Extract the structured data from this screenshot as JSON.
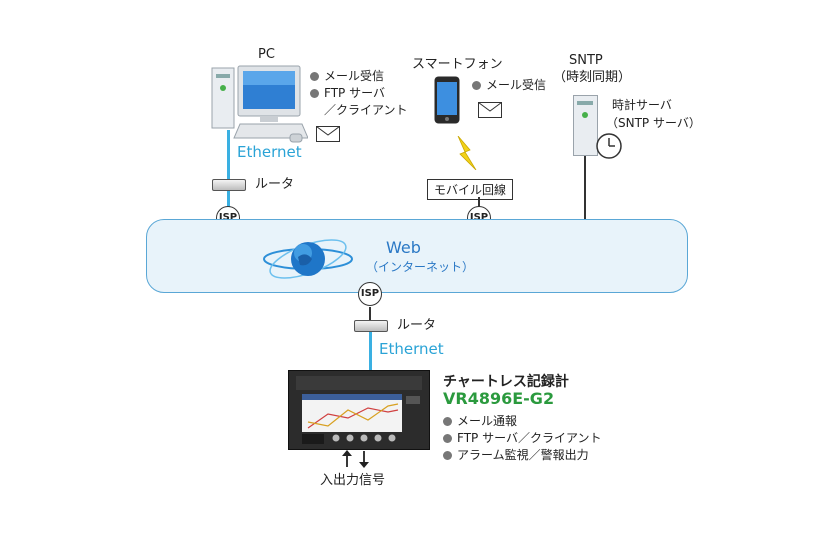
{
  "pc": {
    "label": "PC",
    "features": [
      "メール受信",
      "FTP サーバ",
      "／クライアント"
    ]
  },
  "smartphone": {
    "label": "スマートフォン",
    "features": [
      "メール受信"
    ]
  },
  "sntp": {
    "label_line1": "SNTP",
    "label_line2": "（時刻同期）",
    "server_line1": "時計サーバ",
    "server_line2": "（SNTP サーバ）"
  },
  "network": {
    "ethernet_top": "Ethernet",
    "router_top": "ルータ",
    "mobile_line": "モバイル回線",
    "isp": "ISP",
    "web_title": "Web",
    "web_subtitle": "（インターネット）",
    "router_bottom": "ルータ",
    "ethernet_bottom": "Ethernet"
  },
  "product": {
    "title": "チャートレス記録計",
    "model": "VR4896E-G2",
    "features": [
      "メール通報",
      "FTP サーバ／クライアント",
      "アラーム監視／警報出力"
    ],
    "io_label": "入出力信号"
  },
  "colors": {
    "ethernet": "#2aa3d6",
    "model": "#2b9a3e",
    "cloud_fill": "#e8f3fa",
    "cloud_border": "#5aa7d6"
  }
}
